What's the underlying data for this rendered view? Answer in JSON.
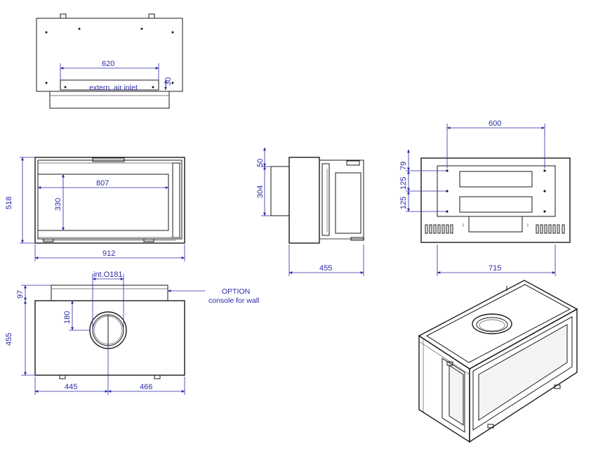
{
  "top_view": {
    "dim_width": "620",
    "dim_height": "30",
    "label": "extern. air inlet"
  },
  "front_view": {
    "dim_total_width": "912",
    "dim_total_height": "518",
    "dim_glass_width": "807",
    "dim_glass_height": "330"
  },
  "side_view": {
    "dim_top_offset": "50",
    "dim_height": "304",
    "dim_depth": "455"
  },
  "rear_view": {
    "dim_hole_spacing": "600",
    "dim_top": "79",
    "dim_mid": "125",
    "dim_low": "125",
    "dim_width": "715"
  },
  "plan_view": {
    "dim_console": "97",
    "dim_depth": "455",
    "dim_flue_label": "int.O181",
    "dim_flue_offset": "180",
    "dim_left": "445",
    "dim_right": "466",
    "option_title": "OPTION",
    "option_text": "console for wall"
  }
}
